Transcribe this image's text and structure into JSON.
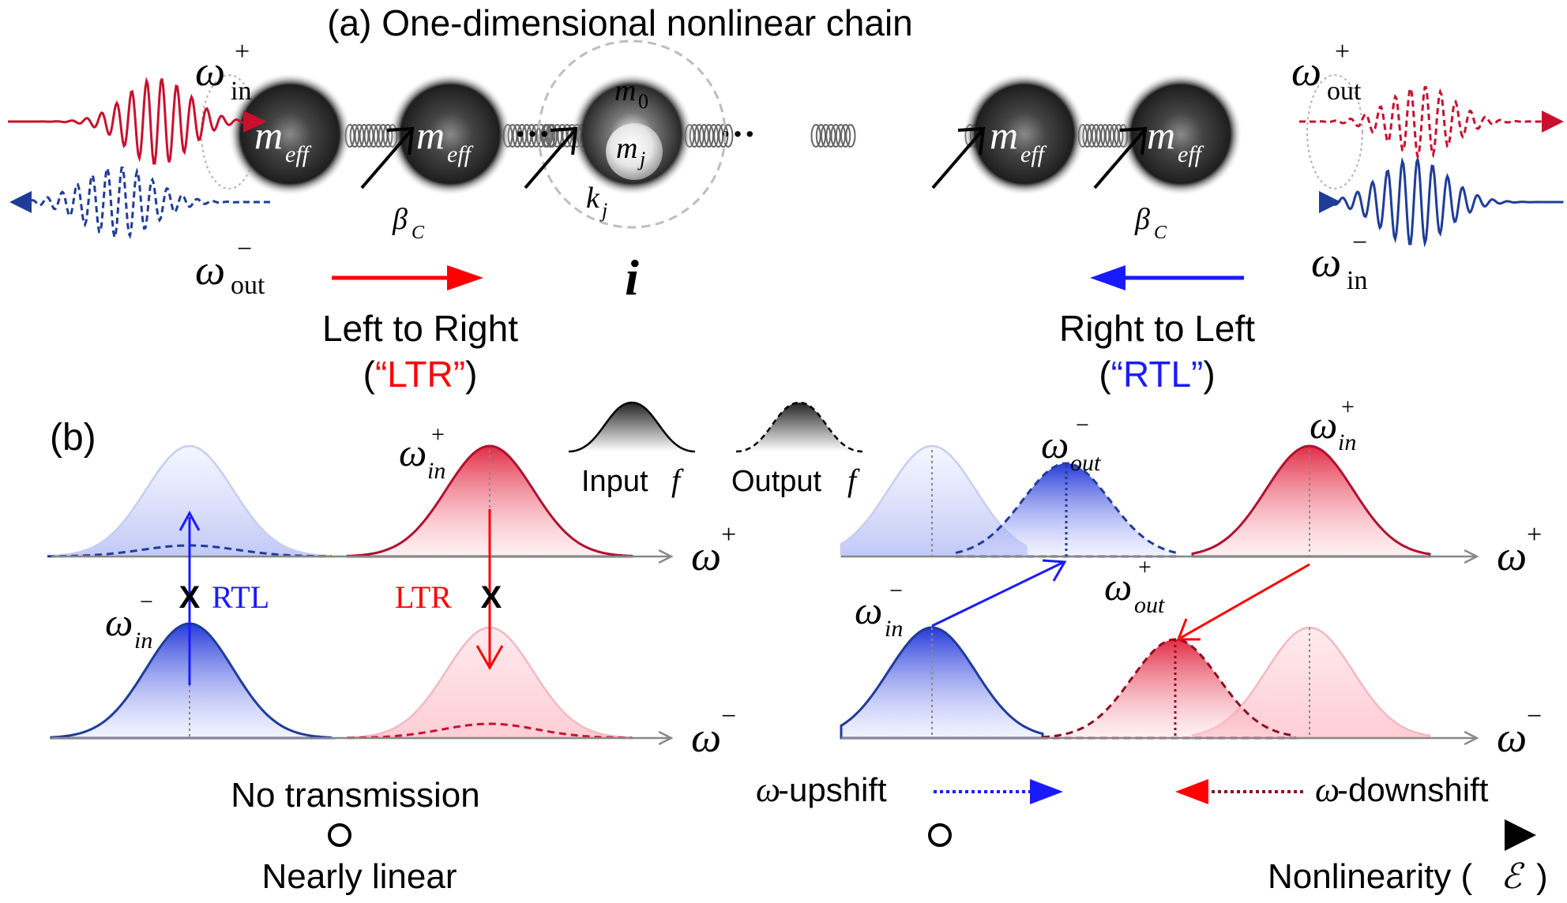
{
  "panel_a": {
    "title": "(a) One-dimensional nonlinear chain",
    "mass_eff_base": "m",
    "mass_eff_sub": "eff",
    "center_mass_outer_base": "m",
    "center_mass_outer_sub": "0",
    "center_mass_inner_base": "m",
    "center_mass_inner_sub": "j",
    "spring_const_base": "k",
    "spring_const_sub": "j",
    "site_index": "i",
    "coupling_base": "β",
    "coupling_sub": "C",
    "dots": "···",
    "omega": "ω",
    "plus": "+",
    "minus": "−",
    "sub_in": "in",
    "sub_out": "out",
    "ltr_text": "Left to Right",
    "ltr_tag": "“LTR”",
    "rtl_text": "Right to Left",
    "rtl_tag": "“RTL”",
    "paren_open": "(",
    "paren_close": ")"
  },
  "panel_b": {
    "label": "(b)",
    "legend_input": "Input",
    "legend_output": "Output",
    "legend_f": "f",
    "axis_plus": "ω",
    "axis_minus": "ω",
    "rtl_label": "RTL",
    "ltr_label": "LTR",
    "cross_mark": "X",
    "sub_in_it": "in",
    "sub_out_it": "out"
  },
  "bottom": {
    "no_transmission": "No transmission",
    "upshift": "-upshift",
    "downshift": "-downshift",
    "nearly_linear": "Nearly linear",
    "nonlinearity": "Nonlinearity (",
    "nonlinearity_symbol": "ℰ",
    "nonlinearity_close": ")"
  },
  "colors": {
    "red": "#c8102e",
    "blue": "#1f3c99",
    "bright_red": "#ff0000",
    "bright_blue": "#1a1aff",
    "axis_gray": "#888888"
  }
}
